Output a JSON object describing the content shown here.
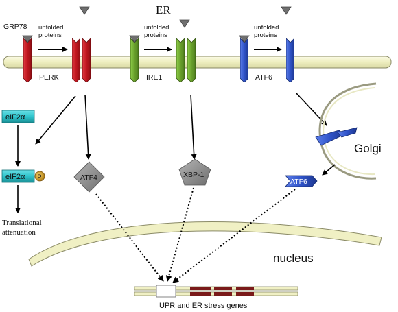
{
  "labels": {
    "er": "ER",
    "grp78": "GRP78",
    "unfolded_proteins": [
      "unfolded\nproteins",
      "unfolded\nproteins",
      "unfolded\nproteins"
    ],
    "perk": "PERK",
    "ire1": "IRE1",
    "atf6_receptor": "ATF6",
    "eif2a": "eIF2α",
    "eif2a_p": "eIF2α",
    "phospho": "P",
    "atf4": "ATF4",
    "xbp1": "XBP-1",
    "atf6_cleaved": "ATF6",
    "golgi": "Golgi",
    "nucleus": "nucleus",
    "translational": "Translational",
    "attenuation": "attenuation",
    "genes": "UPR and ER stress genes"
  },
  "colors": {
    "membrane": "#f0f0c4",
    "membrane_edge": "#8a8a66",
    "perk": "#c0171f",
    "ire1": "#6aa22c",
    "atf6": "#2f53c8",
    "eif2a": "#2ec4cc",
    "phospho": "#c8951e",
    "gray_shape": "#8e8e8e",
    "grp78": "#6f6f6f",
    "dna_exon": "#7a1a1a"
  },
  "icons": [
    "grp78-chaperone-icon",
    "perk-receptor-icon",
    "ire1-receptor-icon",
    "atf6-receptor-icon",
    "golgi-icon",
    "nucleus-envelope-icon",
    "dna-gene-icon"
  ]
}
